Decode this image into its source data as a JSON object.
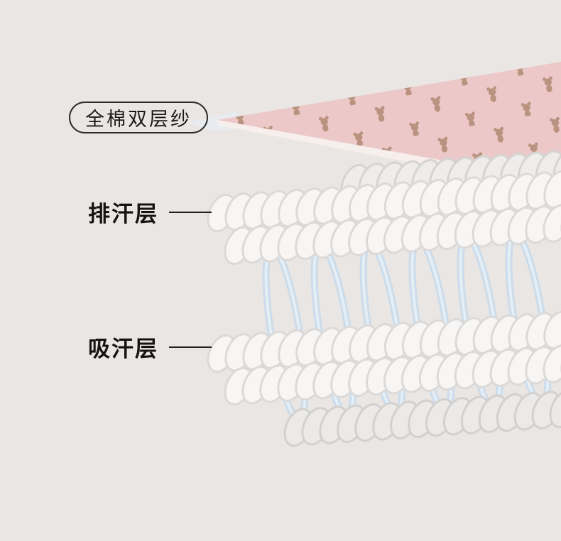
{
  "badge": {
    "label": "全棉双层纱"
  },
  "labels": {
    "wicking": "排汗层",
    "absorbing": "吸汗层"
  },
  "colors": {
    "background": "#e9e6e4",
    "fabric_pink": "#ecc9c8",
    "fabric_edge": "#f7efec",
    "bear_print_brown": "#b08a72",
    "yarn_white": "#f7f6f5",
    "yarn_outline": "#dbdad8",
    "connector_blue": "#ccdcea",
    "text": "#1c1a18"
  }
}
